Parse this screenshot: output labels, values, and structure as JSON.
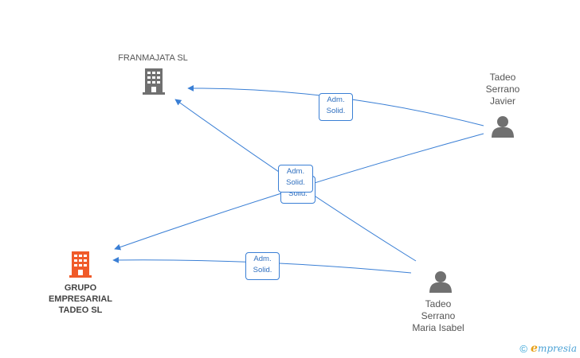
{
  "nodes": {
    "franmajata": {
      "label": "FRANMAJATA SL",
      "color": "#707070"
    },
    "grupo": {
      "label_lines": [
        "GRUPO",
        "EMPRESARIAL",
        "TADEO SL"
      ],
      "color": "#f05a28"
    },
    "javier": {
      "label_lines": [
        "Tadeo",
        "Serrano",
        "Javier"
      ],
      "color": "#707070"
    },
    "maria": {
      "label_lines": [
        "Tadeo",
        "Serrano",
        "Maria Isabel"
      ],
      "color": "#707070"
    }
  },
  "edges": [
    {
      "from": "javier",
      "to": "franmajata",
      "role": [
        "Adm.",
        "Solid."
      ]
    },
    {
      "from": "maria",
      "to": "franmajata",
      "role": [
        "Adm.",
        "Solid."
      ]
    },
    {
      "from": "javier",
      "to": "grupo",
      "role": [
        "Adm.",
        "Solid."
      ]
    },
    {
      "from": "maria",
      "to": "grupo",
      "role": [
        "Adm.",
        "Solid."
      ]
    }
  ],
  "colors": {
    "edge": "#3a7fd5"
  },
  "footer": {
    "copyright": "©",
    "brand_initial": "e",
    "brand_rest": "mpresia"
  }
}
